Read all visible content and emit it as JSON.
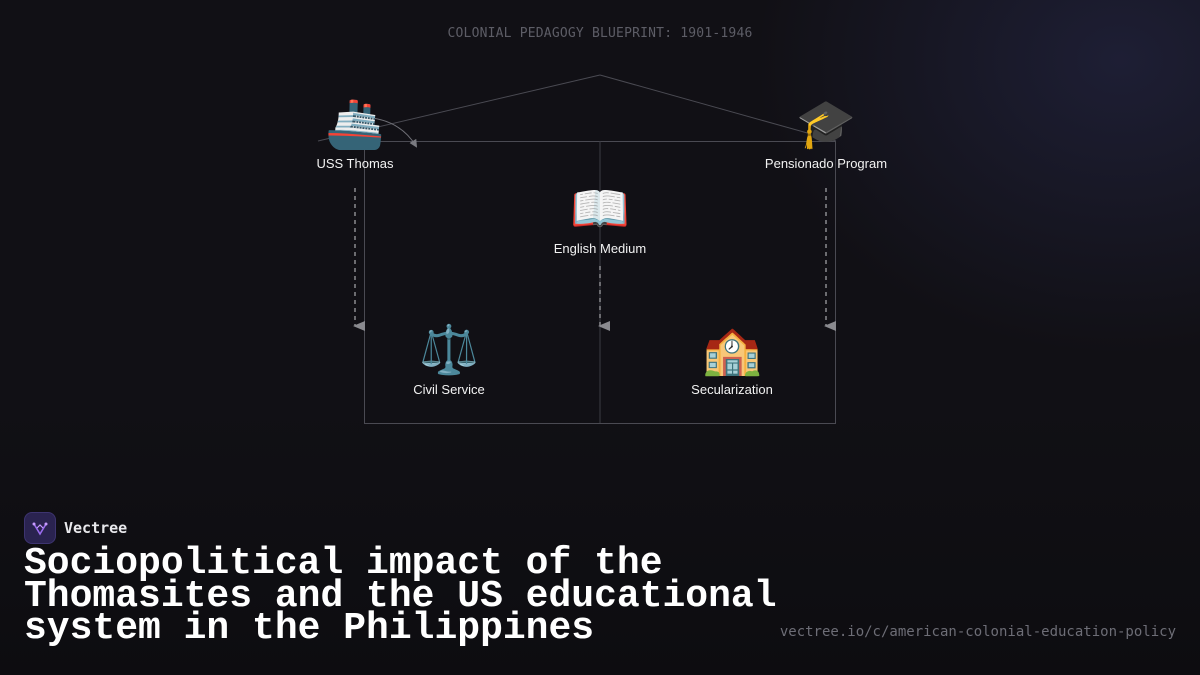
{
  "diagram": {
    "title": "COLONIAL PEDAGOGY BLUEPRINT: 1901-1946",
    "nodes": {
      "uss_thomas": {
        "label": "USS Thomas",
        "icon": "ship-icon",
        "glyph": "🚢"
      },
      "pensionado": {
        "label": "Pensionado Program",
        "icon": "graduation-cap-icon",
        "glyph": "🎓"
      },
      "english_medium": {
        "label": "English Medium",
        "icon": "open-book-icon",
        "glyph": "📖"
      },
      "civil_service": {
        "label": "Civil Service",
        "icon": "scales-icon",
        "glyph": "⚖️"
      },
      "secularization": {
        "label": "Secularization",
        "icon": "school-icon",
        "glyph": "🏫"
      }
    }
  },
  "brand": {
    "name": "Vectree",
    "icon": "vectree-logo-icon",
    "accent": "#9b6cf0"
  },
  "headline": "Sociopolitical impact of the Thomasites and the US educational system in the Philippines",
  "url": "vectree.io/c/american-colonial-education-policy"
}
